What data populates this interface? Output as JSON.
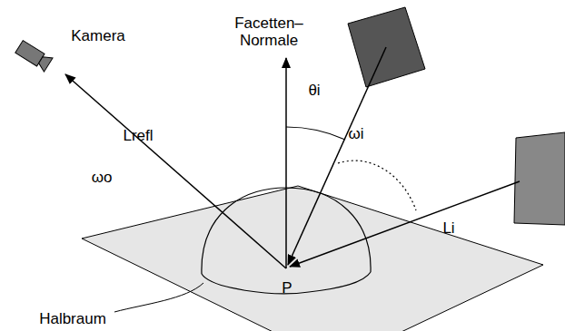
{
  "diagram": {
    "labels": [
      "Kamera",
      "Facetten– Normale",
      "θi",
      "ωi",
      "Lrefl",
      "ωo",
      "Li",
      "P",
      "Halbraum"
    ]
  }
}
